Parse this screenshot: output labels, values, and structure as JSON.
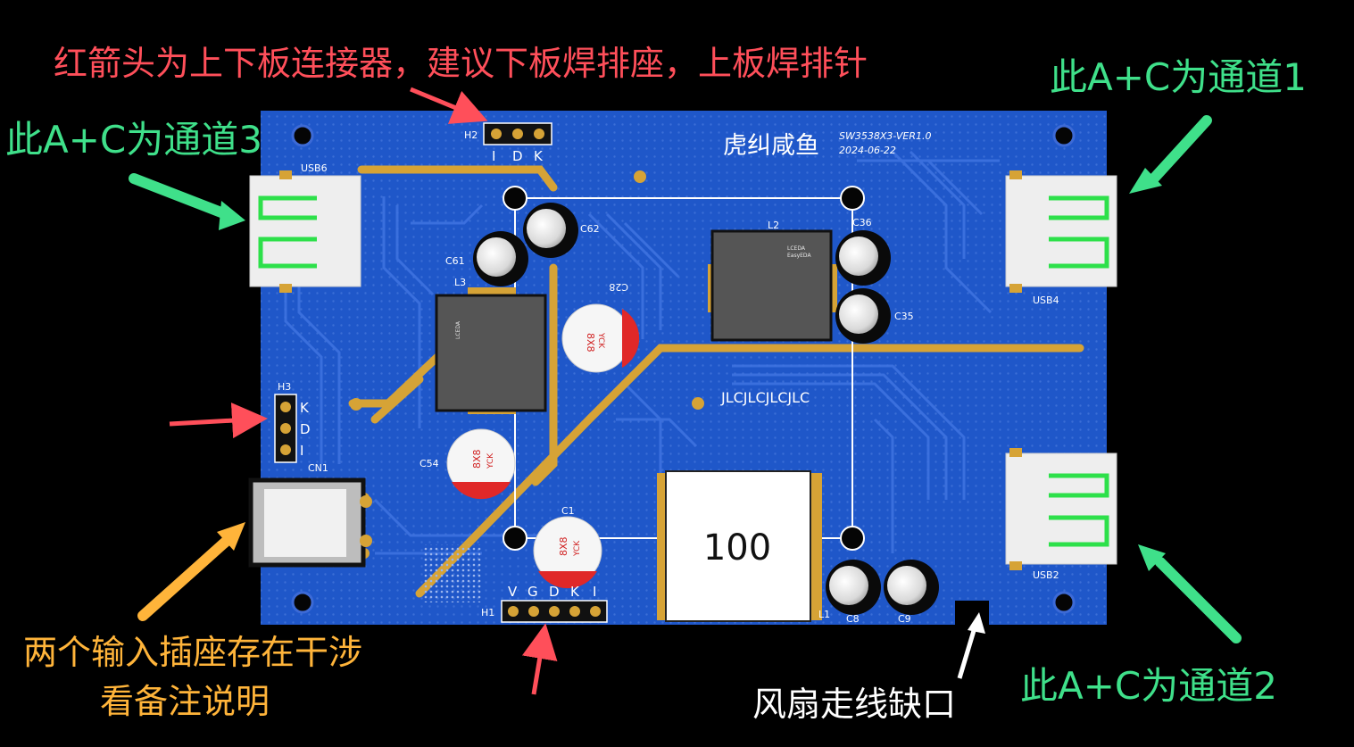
{
  "annotations": {
    "top_note": "红箭头为上下板连接器，建议下板焊排座，上板焊排针",
    "channel1": "此A+C为通道1",
    "channel2": "此A+C为通道2",
    "channel3": "此A+C为通道3",
    "input_note_line1": "两个输入插座存在干涉",
    "input_note_line2": "看备注说明",
    "fan_note": "风扇走线缺口"
  },
  "board": {
    "brand": "虎纠咸鱼",
    "model": "SW3538X3-VER1.0",
    "date": "2024-06-22",
    "jlc_mark": "JLCJLCJLCJLC",
    "inductor_value": "100",
    "refs": {
      "usb6": "USB6",
      "usb4": "USB4",
      "usb2": "USB2",
      "cn1": "CN1",
      "h1": "H1",
      "h2": "H2",
      "h3": "H3",
      "l1": "L1",
      "l2": "L2",
      "l3": "L3",
      "c1": "C1",
      "c8": "C8",
      "c9": "C9",
      "c28": "C28",
      "c35": "C35",
      "c36": "C36",
      "c54": "C54",
      "c61": "C61",
      "c62": "C62"
    },
    "h2_pins": [
      "I",
      "D",
      "K"
    ],
    "h3_pins": [
      "K",
      "D",
      "I"
    ],
    "h1_pins": [
      "V",
      "G",
      "D",
      "K",
      "I"
    ],
    "cap_marking": "8X8",
    "cap_brand": "YCK",
    "chip_mark_1": "LCEDA",
    "chip_mark_2": "EasyEDA"
  },
  "colors": {
    "board_blue": "#1f57c9",
    "annotation_red": "#ff4f5a",
    "annotation_green": "#3fe08a",
    "annotation_orange": "#ffb43a",
    "pad_gold": "#d6a336"
  }
}
